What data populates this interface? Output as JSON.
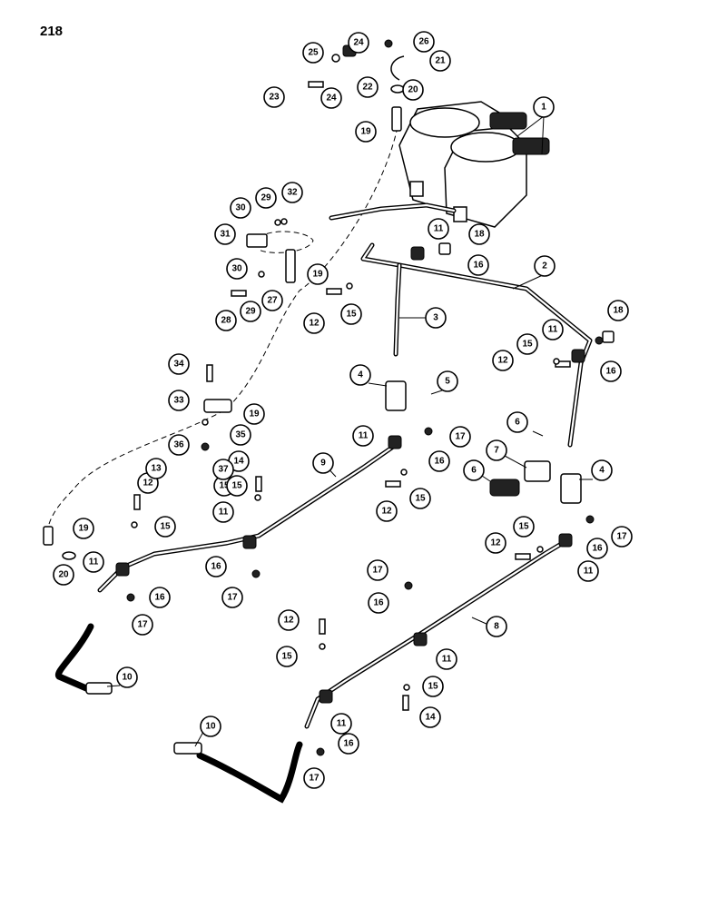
{
  "page": {
    "number": "218"
  },
  "callouts": [
    {
      "label": "1"
    },
    {
      "label": "2"
    },
    {
      "label": "3"
    },
    {
      "label": "4"
    },
    {
      "label": "4"
    },
    {
      "label": "5"
    },
    {
      "label": "6"
    },
    {
      "label": "6"
    },
    {
      "label": "7"
    },
    {
      "label": "8"
    },
    {
      "label": "9"
    },
    {
      "label": "10"
    },
    {
      "label": "10"
    },
    {
      "label": "11"
    },
    {
      "label": "11"
    },
    {
      "label": "11"
    },
    {
      "label": "11"
    },
    {
      "label": "11"
    },
    {
      "label": "11"
    },
    {
      "label": "11"
    },
    {
      "label": "11"
    },
    {
      "label": "12"
    },
    {
      "label": "12"
    },
    {
      "label": "12"
    },
    {
      "label": "12"
    },
    {
      "label": "12"
    },
    {
      "label": "12"
    },
    {
      "label": "13"
    },
    {
      "label": "14"
    },
    {
      "label": "14"
    },
    {
      "label": "15"
    },
    {
      "label": "15"
    },
    {
      "label": "15"
    },
    {
      "label": "15"
    },
    {
      "label": "15"
    },
    {
      "label": "15"
    },
    {
      "label": "15"
    },
    {
      "label": "15"
    },
    {
      "label": "15"
    },
    {
      "label": "16"
    },
    {
      "label": "16"
    },
    {
      "label": "16"
    },
    {
      "label": "16"
    },
    {
      "label": "16"
    },
    {
      "label": "16"
    },
    {
      "label": "16"
    },
    {
      "label": "16"
    },
    {
      "label": "17"
    },
    {
      "label": "17"
    },
    {
      "label": "17"
    },
    {
      "label": "17"
    },
    {
      "label": "17"
    },
    {
      "label": "17"
    },
    {
      "label": "18"
    },
    {
      "label": "18"
    },
    {
      "label": "19"
    },
    {
      "label": "19"
    },
    {
      "label": "19"
    },
    {
      "label": "19"
    },
    {
      "label": "20"
    },
    {
      "label": "20"
    },
    {
      "label": "21"
    },
    {
      "label": "22"
    },
    {
      "label": "23"
    },
    {
      "label": "24"
    },
    {
      "label": "24"
    },
    {
      "label": "25"
    },
    {
      "label": "26"
    },
    {
      "label": "27"
    },
    {
      "label": "28"
    },
    {
      "label": "29"
    },
    {
      "label": "29"
    },
    {
      "label": "30"
    },
    {
      "label": "30"
    },
    {
      "label": "31"
    },
    {
      "label": "32"
    },
    {
      "label": "33"
    },
    {
      "label": "34"
    },
    {
      "label": "35"
    },
    {
      "label": "36"
    },
    {
      "label": "37"
    }
  ]
}
